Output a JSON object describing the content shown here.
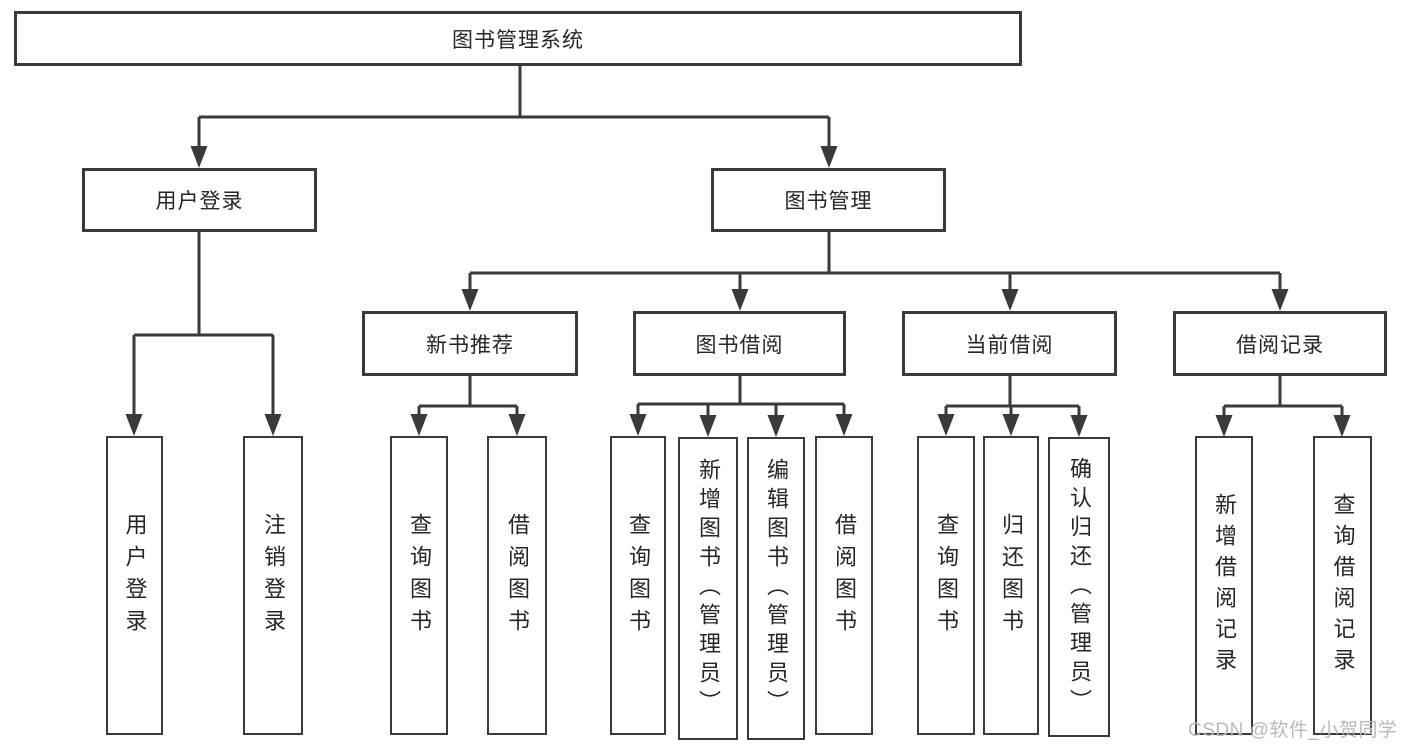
{
  "nodes": {
    "root": "图书管理系统",
    "user_login": "用户登录",
    "book_mgmt": "图书管理",
    "new_book_rec": "新书推荐",
    "book_borrow": "图书借阅",
    "current_borrow": "当前借阅",
    "borrow_records": "借阅记录",
    "leaf_user_login": "用户登录",
    "leaf_logout": "注销登录",
    "leaf_nbr_query": "查询图书",
    "leaf_nbr_borrow": "借阅图书",
    "leaf_bb_query": "查询图书",
    "leaf_bb_add": "新增图书（管理员）",
    "leaf_bb_edit": "编辑图书（管理员）",
    "leaf_bb_borrow": "借阅图书",
    "leaf_cb_query": "查询图书",
    "leaf_cb_return": "归还图书",
    "leaf_cb_confirm": "确认归还（管理员）",
    "leaf_br_add": "新增借阅记录",
    "leaf_br_query": "查询借阅记录"
  },
  "watermark": "CSDN @软件_小贺同学",
  "colors": {
    "line": "#3a3a3a",
    "text": "#262626",
    "watermark": "#b9b9b9",
    "background": "#ffffff"
  }
}
